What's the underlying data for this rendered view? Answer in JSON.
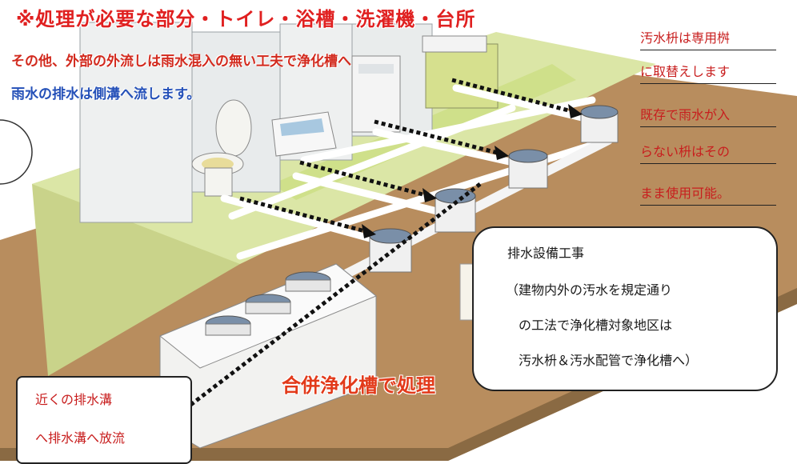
{
  "header": {
    "title": "※処理が必要な部分・トイレ・浴槽・洗濯機・台所",
    "line1": "その他、外部の外流しは雨水混入の無い工夫で浄化槽へ",
    "line2": "雨水の排水は側溝へ流します。"
  },
  "right_notes": [
    "汚水枡は専用桝",
    "に取替えします",
    "既存で雨水が入",
    "らない枡はその",
    "まま使用可能。"
  ],
  "callout": {
    "title": "排水設備工事",
    "line1": "（建物内外の汚水を規定通り",
    "line2": "の工法で浄化槽対象地区は",
    "line3": "汚水枡＆汚水配管で浄化槽へ）"
  },
  "drain_box": {
    "line1": "近くの排水溝",
    "line2": "へ排水溝へ放流"
  },
  "tank_label": "合併浄化槽で処理",
  "colors": {
    "title_red": "#e02020",
    "note_red": "#c81e1e",
    "blue_text": "#2450b8",
    "ground": "#c8a070",
    "floor_green": "#d8e4a0",
    "pipe": "#ffffff",
    "arrow": "#111111"
  }
}
